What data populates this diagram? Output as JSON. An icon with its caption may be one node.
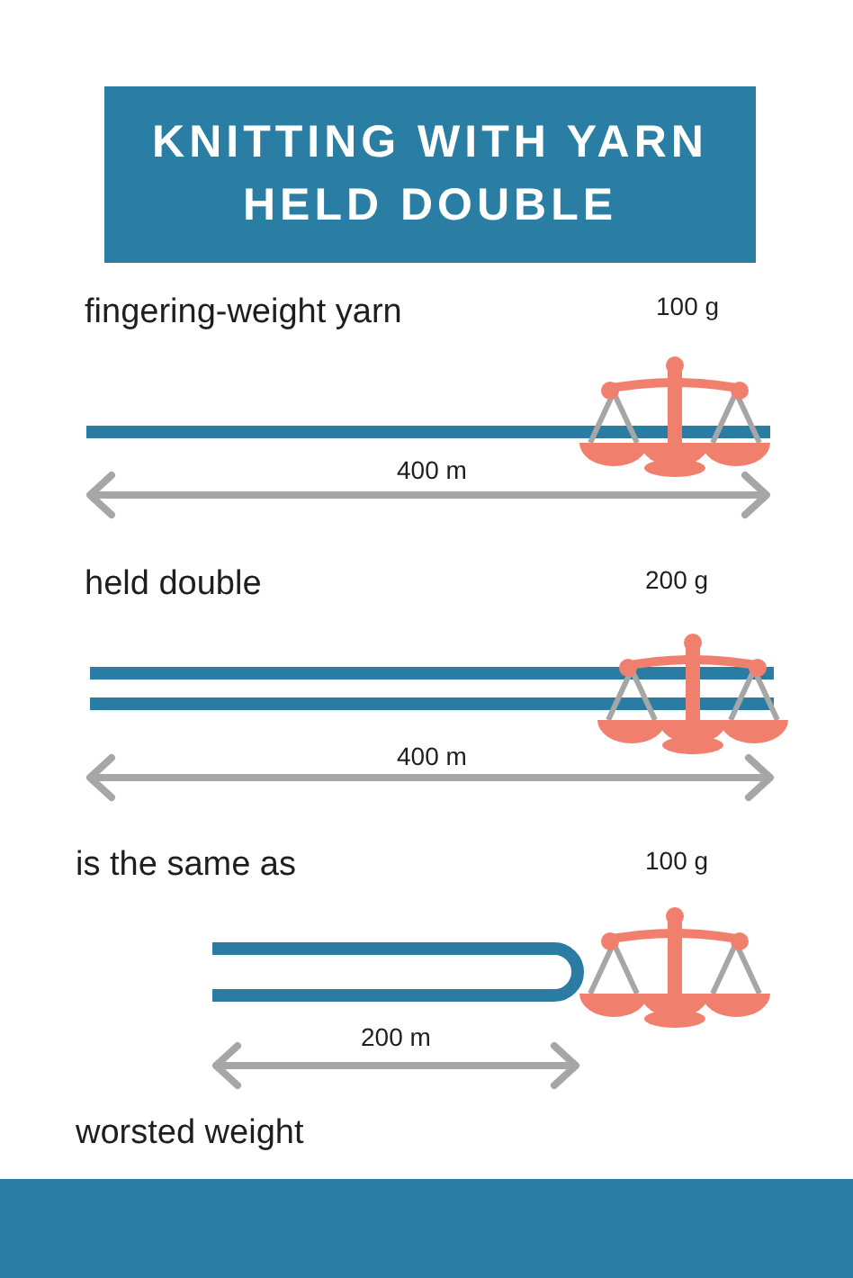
{
  "diagram": {
    "title": "KNITTING WITH YARN HELD DOUBLE",
    "labels": [
      "fingering-weight yarn",
      "100 g",
      "400 m",
      "held double",
      "200 g",
      "400 m",
      "is the same as",
      "100 g",
      "200 m",
      "worsted weight"
    ]
  }
}
